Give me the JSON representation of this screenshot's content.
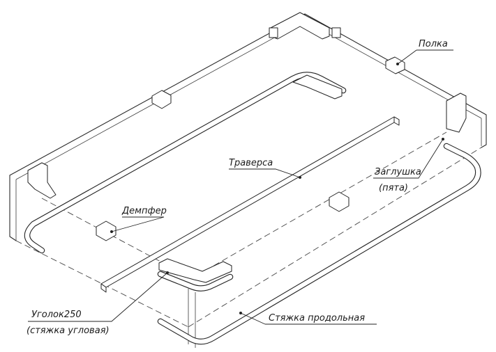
{
  "labels": {
    "polka": "Полка",
    "traversa": "Траверса",
    "zaglushka_line1": "Заглушка",
    "zaglushka_line2": "(пята)",
    "dempfer": "Демпфер",
    "ugolok_line1": "Уголок250",
    "ugolok_line2": "(стяжка угловая)",
    "styazhka": "Стяжка продольная"
  },
  "colors": {
    "line": "#2a2a2a",
    "background": "#ffffff"
  }
}
